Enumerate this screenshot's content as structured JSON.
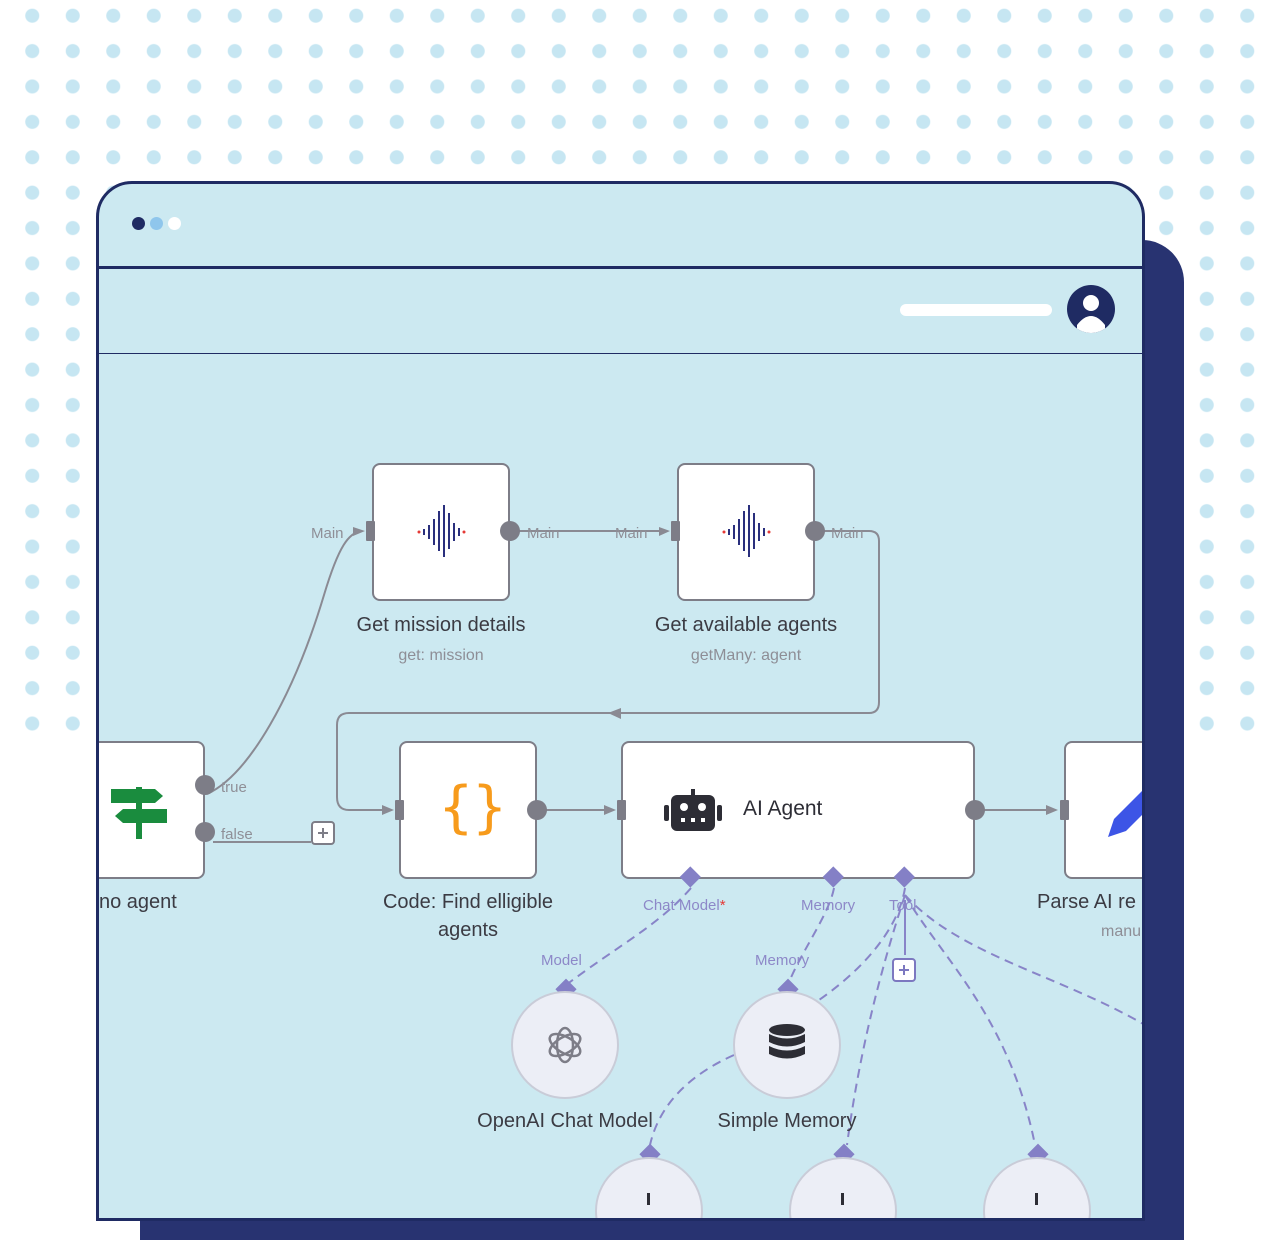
{
  "window": {
    "dot_colors": [
      "#1f2b63",
      "#8fc6ec",
      "#ffffff"
    ]
  },
  "nodes": {
    "get_mission": {
      "title": "Get mission details",
      "subtitle": "get: mission"
    },
    "get_agents": {
      "title": "Get available agents",
      "subtitle": "getMany: agent"
    },
    "if_node": {
      "title": "no agent"
    },
    "code": {
      "title_line1": "Code: Find elligible",
      "title_line2": "agents"
    },
    "ai_agent": {
      "title": "AI Agent"
    },
    "parse": {
      "title": "Parse AI re",
      "subtitle": "manu"
    },
    "openai": {
      "title": "OpenAI Chat Model"
    },
    "memory": {
      "title": "Simple Memory"
    }
  },
  "ports": {
    "main": "Main",
    "true": "true",
    "false": "false",
    "chat_model": "Chat Model",
    "required_mark": "*",
    "memory": "Memory",
    "tool": "Tool",
    "model": "Model"
  },
  "colors": {
    "canvas": "#cce9f1",
    "frame": "#1f2b63",
    "edge": "#8a8a93",
    "sub_edge": "#8884c8",
    "code_icon": "#f79b1c",
    "if_icon": "#1a8c3e",
    "pencil_icon": "#3d55e6"
  }
}
